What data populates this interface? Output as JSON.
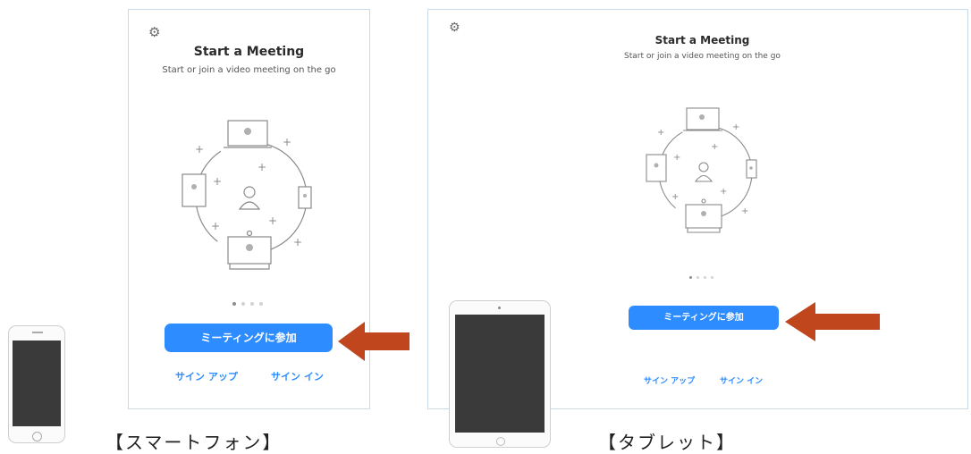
{
  "phone_view": {
    "settings_icon": "gear-icon",
    "title": "Start a Meeting",
    "subtitle": "Start or join a video meeting on the go",
    "join_button": "ミーティングに参加",
    "sign_up": "サイン アップ",
    "sign_in": "サイン イン",
    "label": "【スマートフォン】"
  },
  "tablet_view": {
    "settings_icon": "gear-icon",
    "title": "Start a Meeting",
    "subtitle": "Start or join a video meeting on the go",
    "join_button": "ミーティングに参加",
    "sign_up": "サイン アップ",
    "sign_in": "サイン イン",
    "label": "【タブレット】"
  },
  "colors": {
    "accent": "#2d8cff",
    "arrow": "#c0461e"
  }
}
